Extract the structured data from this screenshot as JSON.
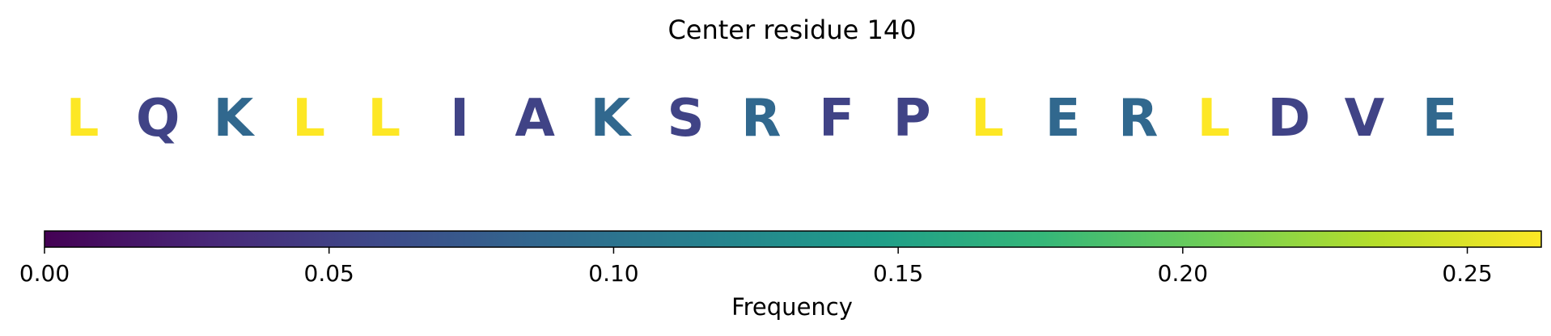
{
  "chart_data": {
    "type": "sequence-colorbar",
    "title": "Center residue 140",
    "residues": [
      {
        "letter": "L",
        "frequency": 0.263
      },
      {
        "letter": "Q",
        "frequency": 0.053
      },
      {
        "letter": "K",
        "frequency": 0.088
      },
      {
        "letter": "L",
        "frequency": 0.263
      },
      {
        "letter": "L",
        "frequency": 0.263
      },
      {
        "letter": "I",
        "frequency": 0.053
      },
      {
        "letter": "A",
        "frequency": 0.053
      },
      {
        "letter": "K",
        "frequency": 0.088
      },
      {
        "letter": "S",
        "frequency": 0.053
      },
      {
        "letter": "R",
        "frequency": 0.088
      },
      {
        "letter": "F",
        "frequency": 0.053
      },
      {
        "letter": "P",
        "frequency": 0.053
      },
      {
        "letter": "L",
        "frequency": 0.263
      },
      {
        "letter": "E",
        "frequency": 0.088
      },
      {
        "letter": "R",
        "frequency": 0.088
      },
      {
        "letter": "L",
        "frequency": 0.263
      },
      {
        "letter": "D",
        "frequency": 0.053
      },
      {
        "letter": "V",
        "frequency": 0.053
      },
      {
        "letter": "E",
        "frequency": 0.088
      }
    ],
    "colorbar": {
      "label": "Frequency",
      "range": [
        0,
        0.263
      ],
      "ticks": [
        0.0,
        0.05,
        0.1,
        0.15,
        0.2,
        0.25
      ],
      "tick_labels": [
        "0.00",
        "0.05",
        "0.10",
        "0.15",
        "0.20",
        "0.25"
      ],
      "colormap": "viridis",
      "colormap_stops": [
        "#440154",
        "#482878",
        "#3e4989",
        "#31688e",
        "#26828e",
        "#1f9e89",
        "#35b779",
        "#6ece58",
        "#b5de2b",
        "#fde725"
      ]
    }
  }
}
